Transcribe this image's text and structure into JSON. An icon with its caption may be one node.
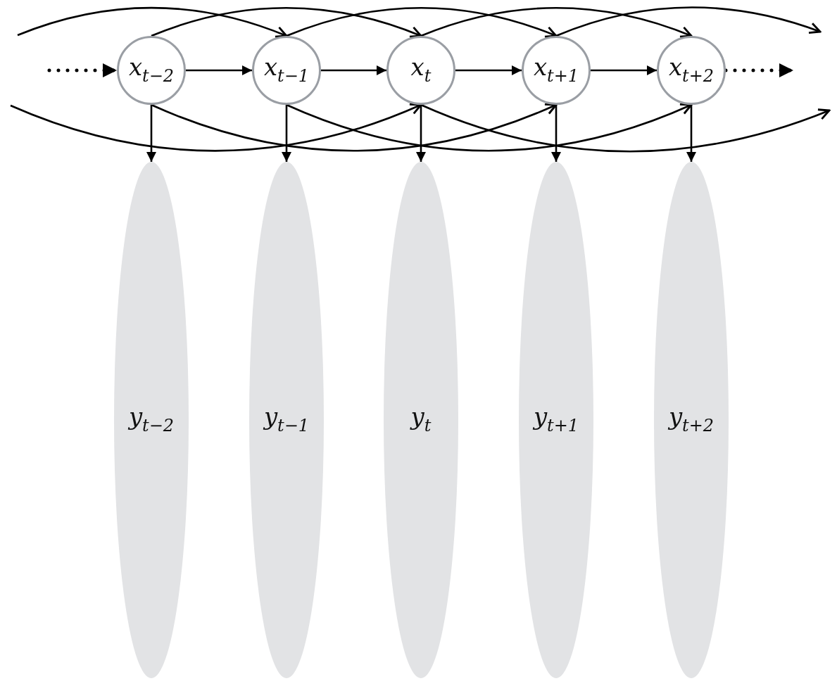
{
  "diagram": {
    "nodes": [
      {
        "text": [
          "x$_{t−2}$"
        ]
      },
      {
        "text": [
          "x$_{t−1}$"
        ]
      },
      {
        "text": [
          "x$_{t}$"
        ]
      },
      {
        "text": [
          "x$_{t+1}$"
        ]
      },
      {
        "text": [
          "x$_{t+2}$"
        ]
      },
      {
        "text": [
          "y$_{t−2}$"
        ]
      },
      {
        "text": [
          "y$_{t−1}$"
        ]
      },
      {
        "text": [
          "y$_{t}$"
        ]
      },
      {
        "text": [
          "y$_{t+1}$"
        ]
      },
      {
        "text": [
          "y$_{t+2}$"
        ]
      }
    ],
    "edges": [
      {
        "from": null,
        "to": 0,
        "arrow": "to",
        "style": "dashed"
      },
      {
        "from": 0,
        "to": 1,
        "arrow": "to"
      },
      {
        "from": 1,
        "to": 2,
        "arrow": "to"
      },
      {
        "from": 2,
        "to": 3,
        "arrow": "to"
      },
      {
        "from": 3,
        "to": 4,
        "arrow": "to"
      },
      {
        "from": 4,
        "to": null,
        "arrow": "to",
        "style": "dashed"
      },
      {
        "from": null,
        "to": 1,
        "arrow": "to"
      },
      {
        "from": 0,
        "to": 2,
        "arrow": "to"
      },
      {
        "from": 1,
        "to": 3,
        "arrow": "to"
      },
      {
        "from": 2,
        "to": 4,
        "arrow": "to"
      },
      {
        "from": 3,
        "to": null,
        "arrow": "to"
      },
      {
        "from": null,
        "to": 2,
        "arrow": "to"
      },
      {
        "from": 0,
        "to": 3,
        "arrow": "to"
      },
      {
        "from": 1,
        "to": 4,
        "arrow": "to"
      },
      {
        "from": 2,
        "to": null,
        "arrow": "to"
      },
      {
        "from": 0,
        "to": 5,
        "arrow": "to"
      },
      {
        "from": 1,
        "to": 6,
        "arrow": "to"
      },
      {
        "from": 2,
        "to": 7,
        "arrow": "to"
      },
      {
        "from": 3,
        "to": 8,
        "arrow": "to"
      },
      {
        "from": 4,
        "to": 9,
        "arrow": "to"
      }
    ]
  }
}
